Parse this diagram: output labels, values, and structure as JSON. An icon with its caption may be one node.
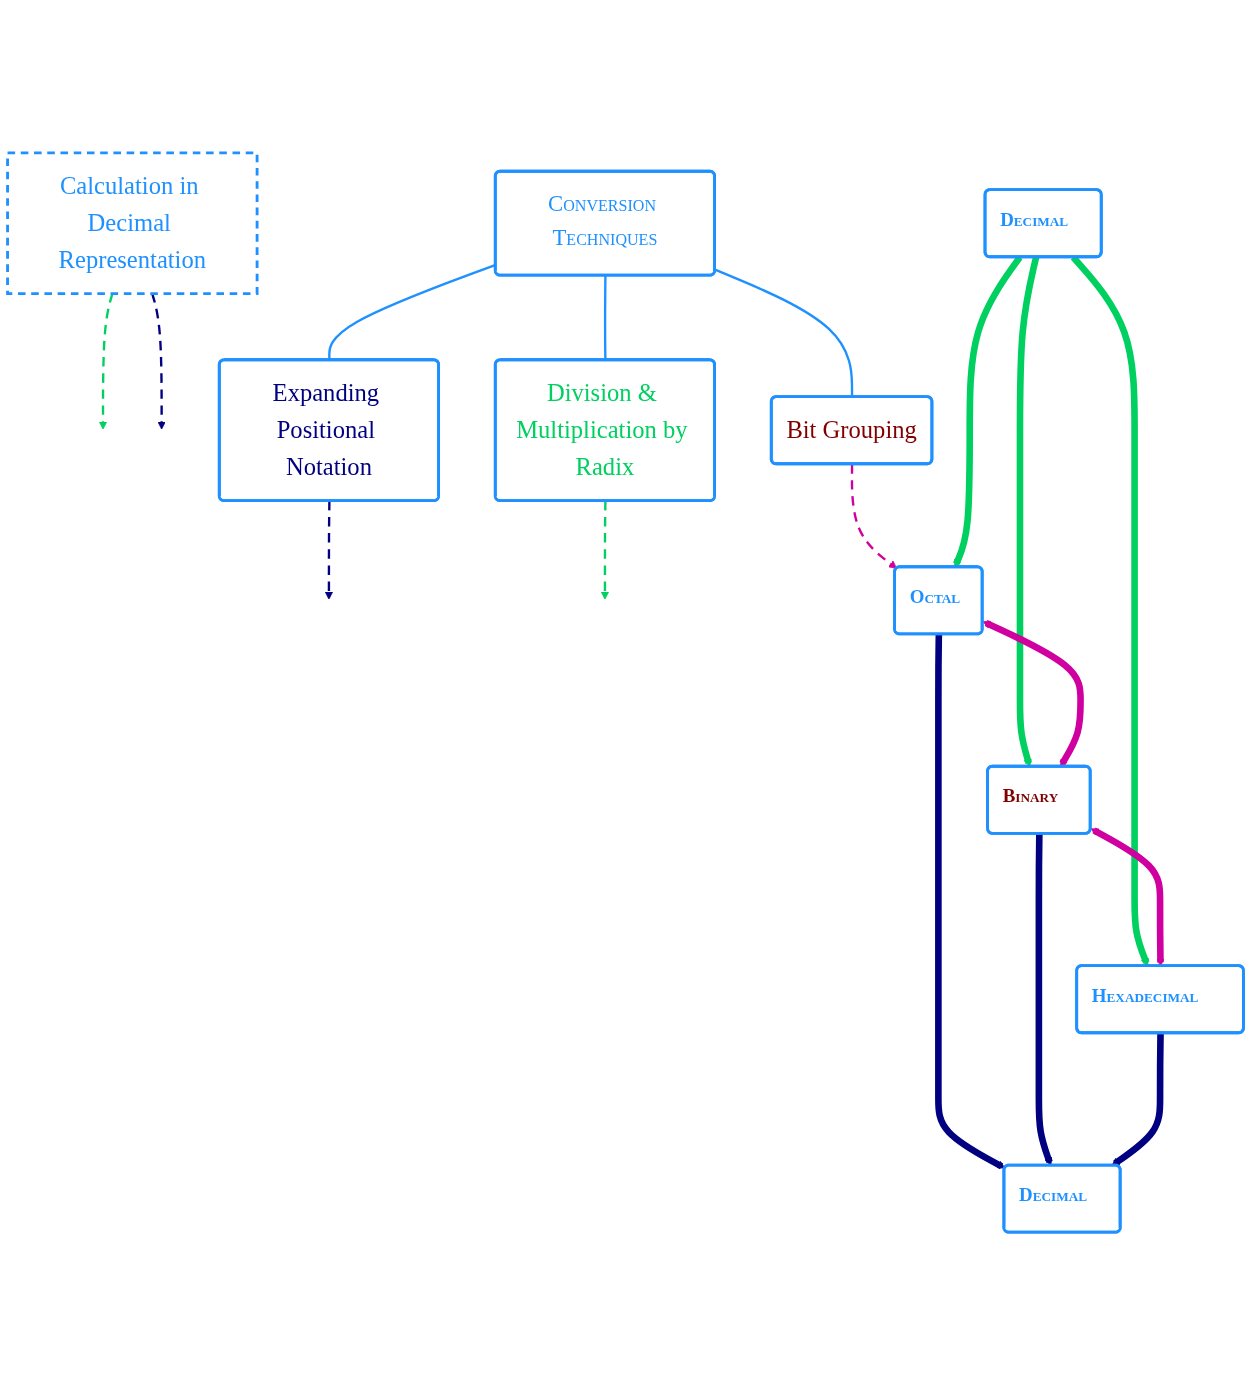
{
  "diagram": {
    "nodes": [
      {
        "text": [
          "Conversion Techniques"
        ]
      },
      {
        "text": [
          "Division & Multiplication by Radix"
        ]
      },
      {
        "text": [
          "Bit Grouping"
        ]
      },
      {
        "text": [
          "Expanding Positional Notation"
        ]
      },
      {
        "text": [
          "Octal"
        ]
      },
      {
        "text": [
          "Decimal"
        ]
      },
      {
        "text": [
          "Binary"
        ]
      },
      {
        "text": [
          "Hexadecimal"
        ]
      },
      {
        "text": [
          "Decimal"
        ]
      },
      {
        "text": [
          "Calculation in Decimal Representation"
        ]
      }
    ],
    "edges": [
      {
        "from": 0,
        "to": 1,
        "arrow": "none",
        "color": "#1e90ff"
      },
      {
        "from": 0,
        "to": 2,
        "arrow": "none",
        "color": "#1e90ff"
      },
      {
        "from": 0,
        "to": 3,
        "arrow": "none",
        "color": "#1e90ff"
      },
      {
        "from": 1,
        "to": null,
        "arrow": "to",
        "style": "dashed",
        "color": "#00d060"
      },
      {
        "from": 2,
        "to": 4,
        "arrow": "to",
        "style": "dashed",
        "color": "#d000a0"
      },
      {
        "from": 3,
        "to": null,
        "arrow": "to",
        "style": "dashed",
        "color": "#000080"
      },
      {
        "from": 5,
        "to": 4,
        "arrow": "to",
        "style": "thick",
        "color": "#00d060"
      },
      {
        "from": 5,
        "to": 6,
        "arrow": "to",
        "style": "thick",
        "color": "#00d060"
      },
      {
        "from": 5,
        "to": 7,
        "arrow": "to",
        "style": "thick",
        "color": "#00d060"
      },
      {
        "from": 4,
        "to": 6,
        "arrow": "both",
        "style": "thick",
        "color": "#d000a0"
      },
      {
        "from": 6,
        "to": 7,
        "arrow": "both",
        "style": "thick",
        "color": "#d000a0"
      },
      {
        "from": 4,
        "to": 8,
        "arrow": "to",
        "style": "thick",
        "color": "#000080"
      },
      {
        "from": 6,
        "to": 8,
        "arrow": "to",
        "style": "thick",
        "color": "#000080"
      },
      {
        "from": 7,
        "to": 8,
        "arrow": "to",
        "style": "thick",
        "color": "#000080"
      },
      {
        "from": 9,
        "to": null,
        "arrow": "to",
        "style": "dashed",
        "color": "#000080"
      },
      {
        "from": 9,
        "to": null,
        "arrow": "to",
        "style": "dashed",
        "color": "#00d060"
      }
    ]
  }
}
